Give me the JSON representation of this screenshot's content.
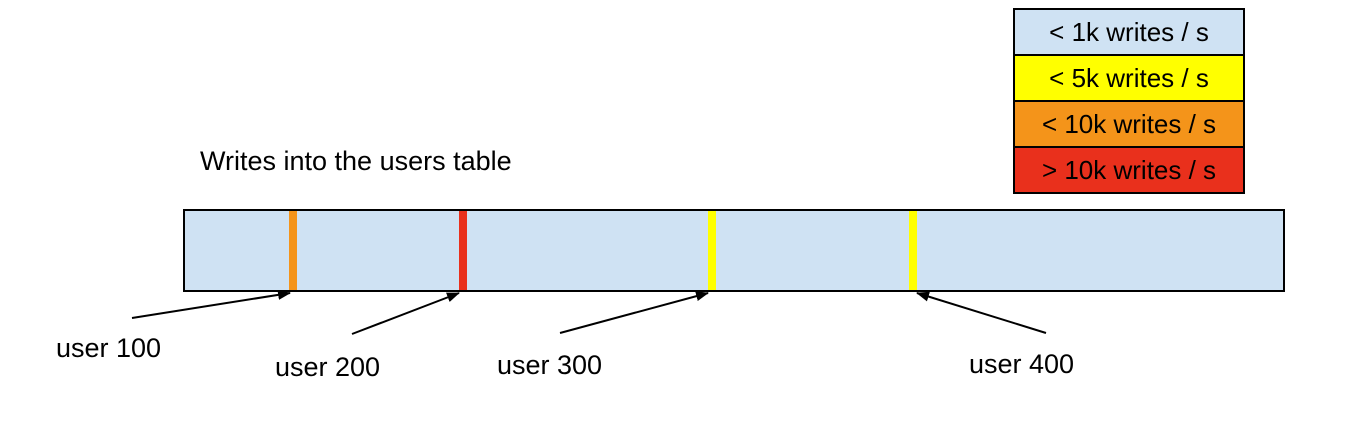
{
  "title": "Writes into the users table",
  "legend": {
    "items": [
      {
        "label": "< 1k writes / s",
        "color": "#cfe2f3"
      },
      {
        "label": "< 5k writes / s",
        "color": "#ffff00"
      },
      {
        "label": "< 10k writes / s",
        "color": "#f4941a"
      },
      {
        "label": "> 10k writes / s",
        "color": "#e9301c"
      }
    ]
  },
  "bar": {
    "fill_color": "#cfe2f3",
    "border_color": "#000000"
  },
  "markers": [
    {
      "label": "user 100",
      "writes_band": "< 10k writes / s",
      "color": "#f4941a",
      "left_pct": "9.8%"
    },
    {
      "label": "user 200",
      "writes_band": "> 10k writes / s",
      "color": "#e9301c",
      "left_pct": "25.3%"
    },
    {
      "label": "user 300",
      "writes_band": "< 5k writes / s",
      "color": "#ffff00",
      "left_pct": "48.0%"
    },
    {
      "label": "user 400",
      "writes_band": "< 5k writes / s",
      "color": "#ffff00",
      "left_pct": "66.3%"
    }
  ]
}
